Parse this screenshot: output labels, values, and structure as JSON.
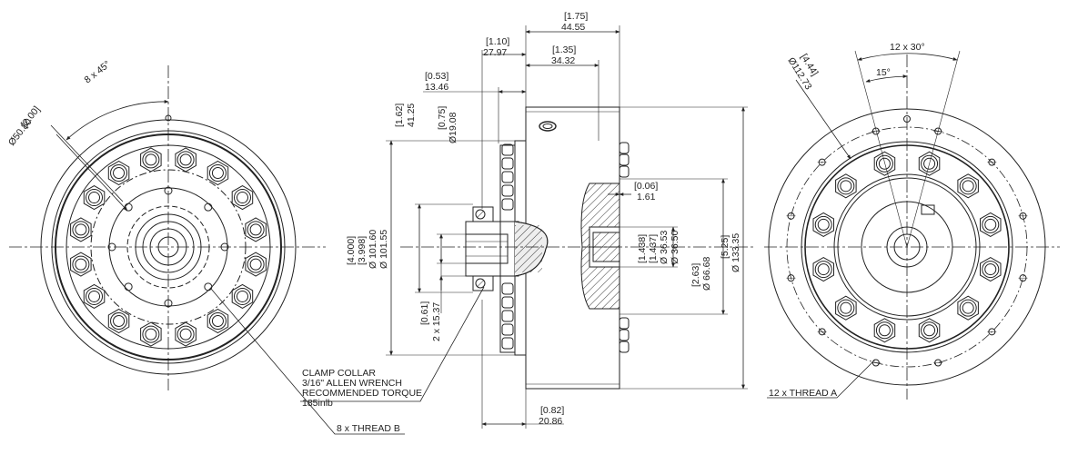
{
  "drawing": {
    "left_view": {
      "bolt_angle": "8 x 45°",
      "bolt_circle_in": "[2.00]",
      "bolt_circle_mm": "Ø50.80",
      "thread_note": "8 x  THREAD B"
    },
    "side_view": {
      "overall_in": "[1.75]",
      "overall_mm": "44.55",
      "collar_in": "[1.10]",
      "collar_mm": "27.97",
      "body_in": "[1.35]",
      "body_mm": "34.32",
      "hub_in": "[0.53]",
      "hub_mm": "13.46",
      "height_in": "[1.62]",
      "height_mm": "41.25",
      "bore_in": "[0.75]",
      "bore_mm": "Ø19.08",
      "pilot_in": "[4.000]",
      "pilot_in2": "[3.998]",
      "pilot_mm": "Ø 101.60",
      "pilot_mm2": "Ø 101.55",
      "clamp_in": "[0.61]",
      "clamp_mm": "2 x 15.37",
      "step_in": "[0.06]",
      "step_mm": "1.61",
      "inner_in": "[1.438]",
      "inner_in2": "[1.437]",
      "inner_mm": "Ø 36.53",
      "inner_mm2": "Ø 36.50",
      "mid_in": "[2.63]",
      "mid_mm": "Ø 66.68",
      "outer_in": "[5.25]",
      "outer_mm": "Ø 133.35",
      "flange_in": "[0.82]",
      "flange_mm": "20.86",
      "clamp_note": [
        "CLAMP COLLAR",
        "3/16\" ALLEN WRENCH",
        "RECOMMENDED TORQUE",
        "185inlb"
      ]
    },
    "right_view": {
      "pattern": "12 x 30°",
      "offset": "15°",
      "bolt_circle_in": "[4.44]",
      "bolt_circle_mm": "Ø112.73",
      "thread_note": "12 x THREAD A"
    }
  }
}
